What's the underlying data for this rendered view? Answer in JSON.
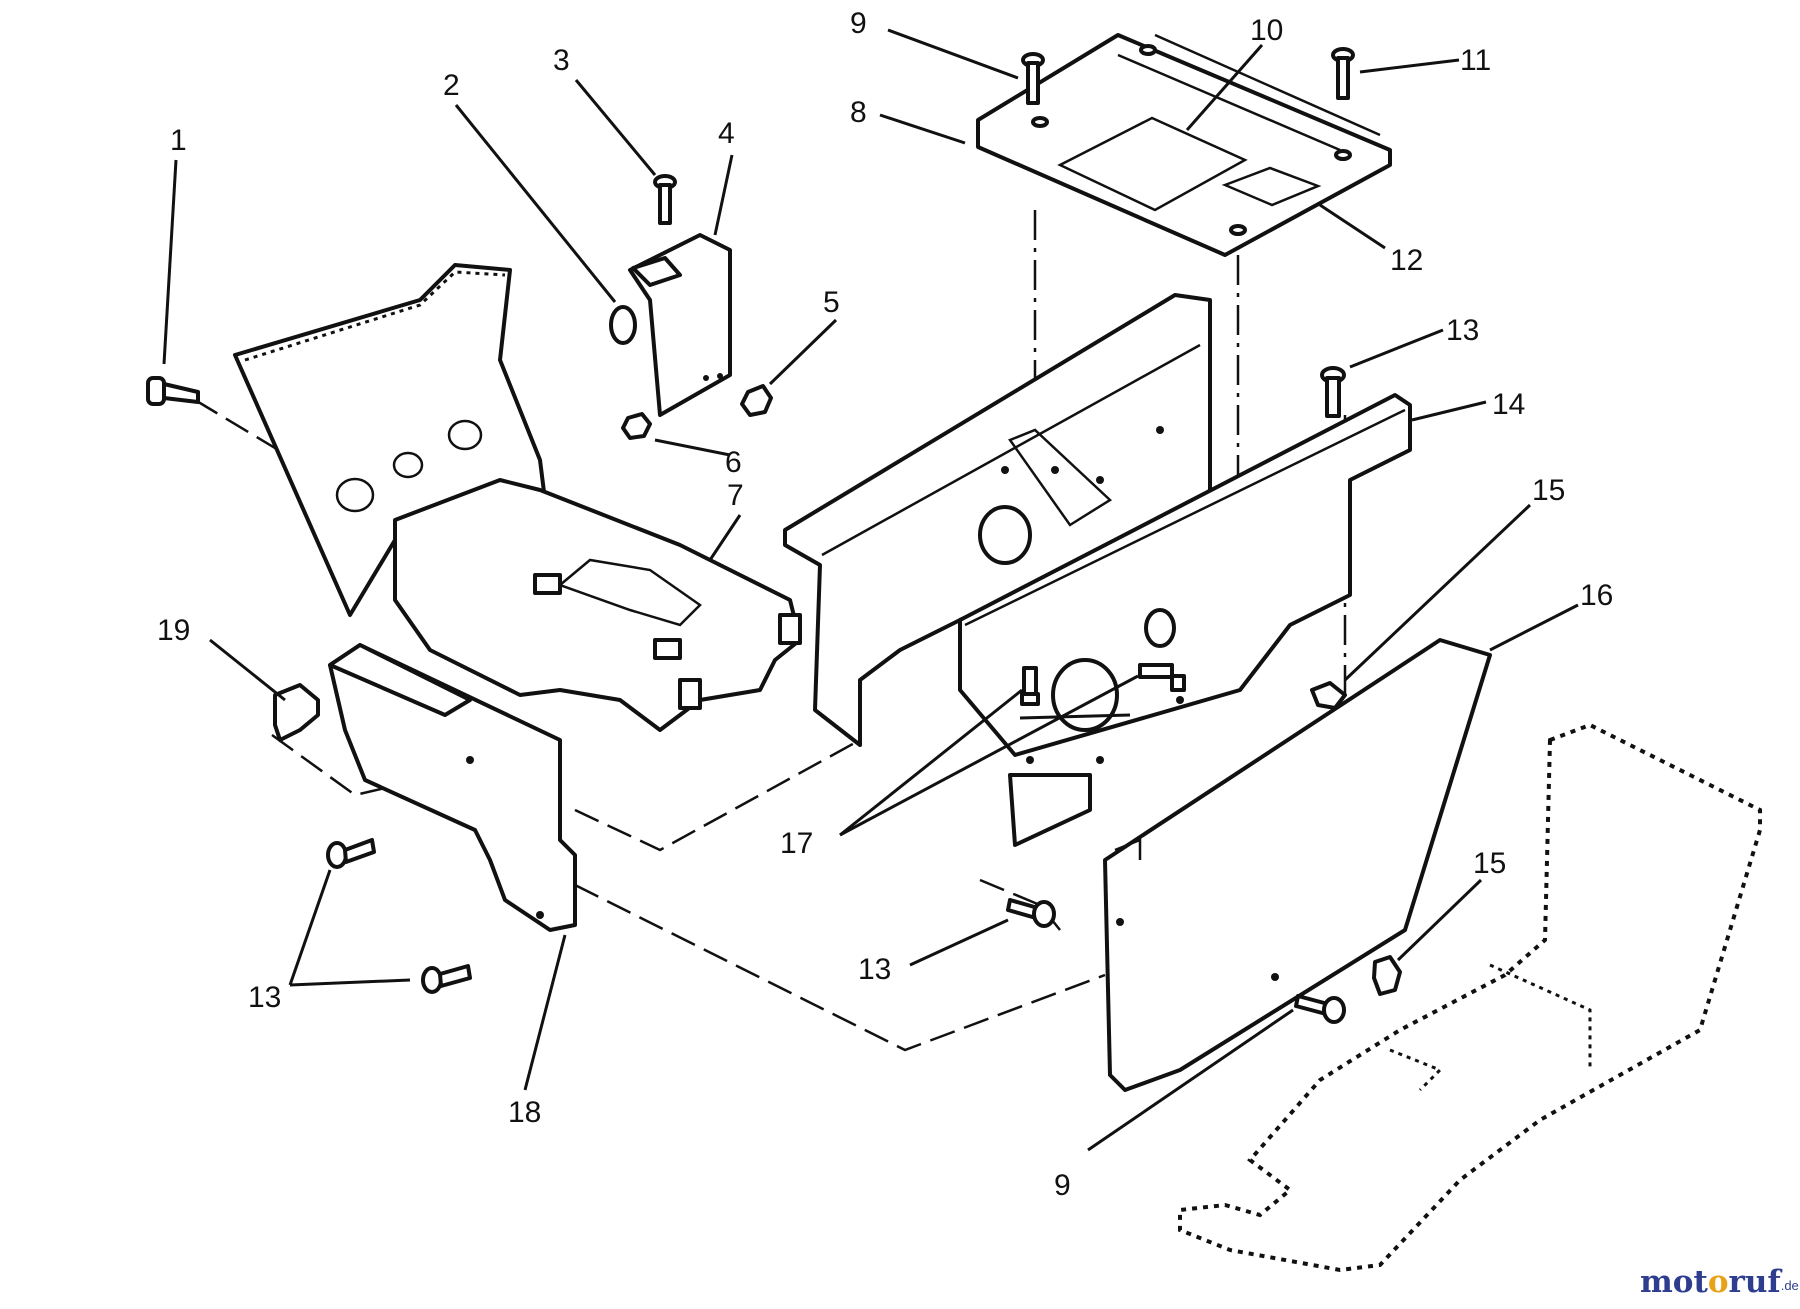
{
  "diagram": {
    "callouts": [
      {
        "id": "c1",
        "label": "1"
      },
      {
        "id": "c2",
        "label": "2"
      },
      {
        "id": "c3",
        "label": "3"
      },
      {
        "id": "c4",
        "label": "4"
      },
      {
        "id": "c5",
        "label": "5"
      },
      {
        "id": "c6",
        "label": "6"
      },
      {
        "id": "c7",
        "label": "7"
      },
      {
        "id": "c8",
        "label": "8"
      },
      {
        "id": "c9a",
        "label": "9"
      },
      {
        "id": "c10",
        "label": "10"
      },
      {
        "id": "c11",
        "label": "11"
      },
      {
        "id": "c12",
        "label": "12"
      },
      {
        "id": "c13a",
        "label": "13"
      },
      {
        "id": "c14",
        "label": "14"
      },
      {
        "id": "c15a",
        "label": "15"
      },
      {
        "id": "c16",
        "label": "16"
      },
      {
        "id": "c17",
        "label": "17"
      },
      {
        "id": "c18",
        "label": "18"
      },
      {
        "id": "c19",
        "label": "19"
      },
      {
        "id": "c13b",
        "label": "13"
      },
      {
        "id": "c13c",
        "label": "13"
      },
      {
        "id": "c15b",
        "label": "15"
      },
      {
        "id": "c9b",
        "label": "9"
      }
    ]
  },
  "watermark": {
    "before_o": "mot",
    "o": "o",
    "after_o": "ruf",
    "suffix": ".de"
  },
  "colors": {
    "line": "#111111",
    "watermark_blue": "#2f3d8f",
    "watermark_orange": "#e8a21a"
  }
}
